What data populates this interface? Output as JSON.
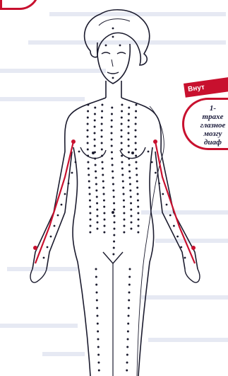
{
  "callout": {
    "heading": "Внут",
    "lines": [
      "1-",
      "трахе",
      "глазное",
      "мозгу",
      "диаф"
    ]
  },
  "colors": {
    "accent": "#c8102e",
    "ink": "#1a1a3a"
  }
}
